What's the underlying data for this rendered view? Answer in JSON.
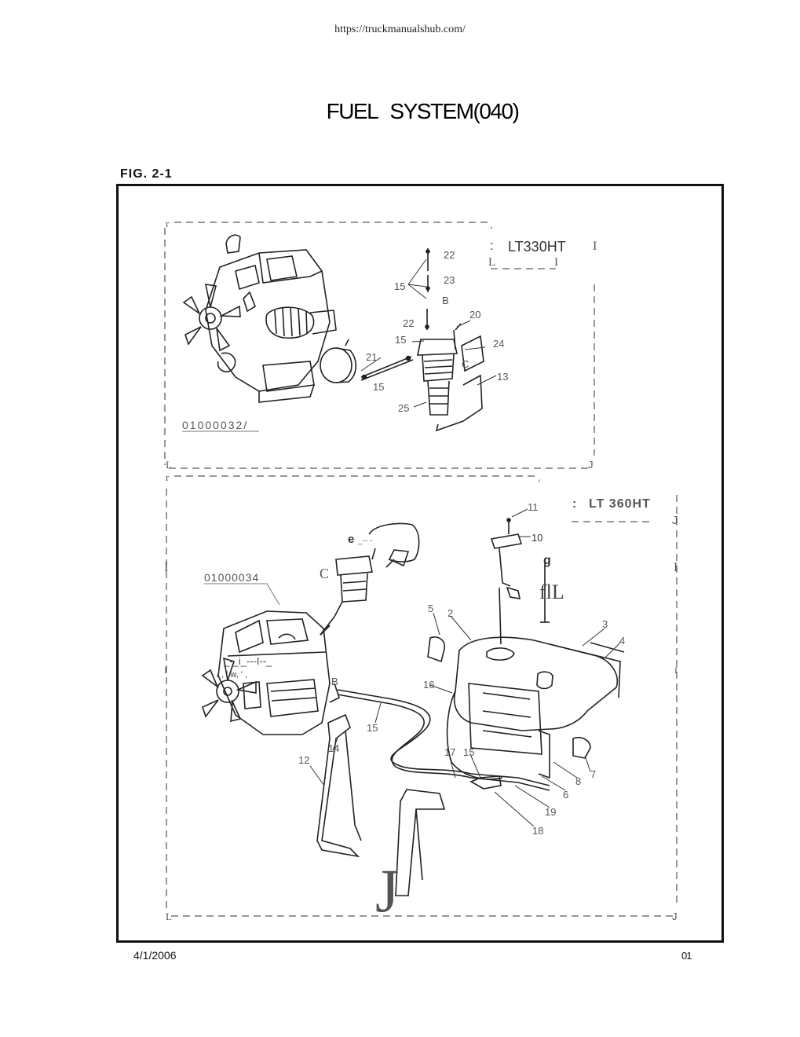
{
  "header": {
    "url": "https://truckmanualshub.com/"
  },
  "title": "FUEL SYSTEM(040)",
  "figure_label": "FIG. 2-1",
  "top_panel": {
    "model": "LT330HT",
    "model_marker": ":",
    "ref_code": "01000032/",
    "callouts": [
      "22",
      "15",
      "23",
      "B",
      "22",
      "20",
      "15",
      "24",
      "21",
      "C",
      "13",
      "15",
      "25"
    ]
  },
  "bottom_panel": {
    "model": "LT 360HT",
    "model_marker": ":",
    "ref_code": "01000034",
    "callouts": [
      "11",
      "10",
      "g",
      "C",
      "5",
      "2",
      "3",
      "4",
      "16",
      "15",
      "14",
      "12",
      "17",
      "15",
      "8",
      "7",
      "6",
      "19",
      "18",
      "B"
    ],
    "artifacts": [
      "e",
      "flL",
      "J"
    ]
  },
  "footer": {
    "date": "4/1/2006",
    "page": "01"
  }
}
